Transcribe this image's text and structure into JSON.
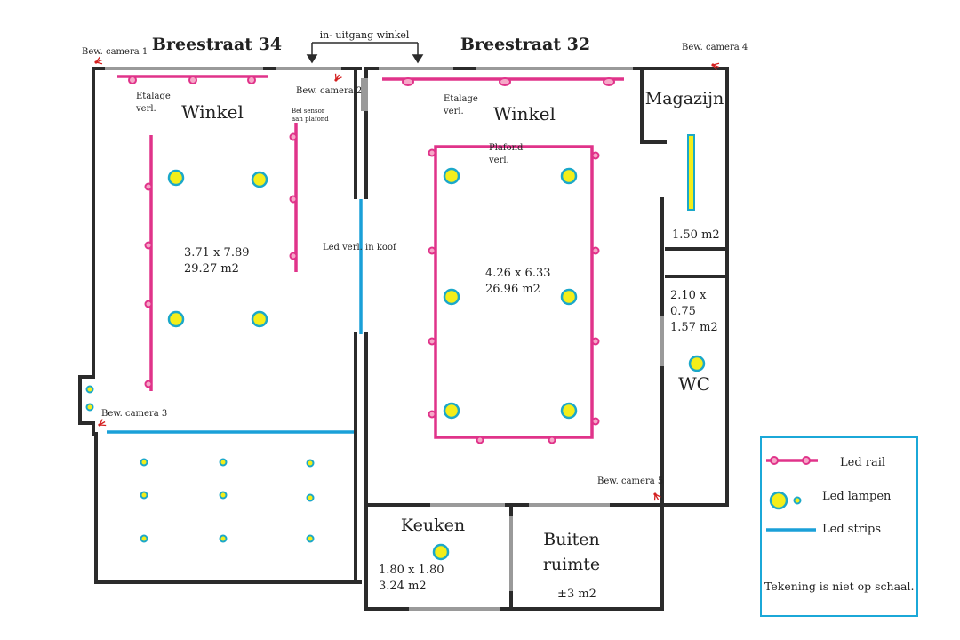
{
  "header": {
    "left_address": "Breestraat 34",
    "right_address": "Breestraat 32",
    "entrance_label": "in- uitgang winkel"
  },
  "cameras": {
    "cam1": "Bew. camera 1",
    "cam2": "Bew. camera 2",
    "cam3": "Bew. camera 3",
    "cam4": "Bew. camera 4",
    "cam5": "Bew. camera 5"
  },
  "left_shop": {
    "title": "Winkel",
    "display_label_1": "Etalage",
    "display_label_2": "verl.",
    "sensor_label_1": "Bel sensor",
    "sensor_label_2": "aan plafond",
    "size": "3.71 x 7.89",
    "area": "29.27 m2"
  },
  "right_shop": {
    "title": "Winkel",
    "display_label_1": "Etalage",
    "display_label_2": "verl.",
    "ceiling_label_1": "Plafond",
    "ceiling_label_2": "verl.",
    "size": "4.26 x 6.33",
    "area": "26.96 m2"
  },
  "cove_label": "Led verl. in koof",
  "storage": {
    "title": "Magazijn",
    "area": "1.50 m2"
  },
  "wc": {
    "size_1": "2.10 x",
    "size_2": "0.75",
    "area": "1.57 m2",
    "title": "WC"
  },
  "kitchen": {
    "title": "Keuken",
    "size": "1.80 x 1.80",
    "area": "3.24 m2"
  },
  "outdoor": {
    "title_1": "Buiten",
    "title_2": "ruimte",
    "area": "±3 m2"
  },
  "legend": {
    "rail": "Led rail",
    "lamps": "Led lampen",
    "strips": "Led strips",
    "note": "Tekening is niet op schaal."
  },
  "colors": {
    "wall": "#2b2b2b",
    "window": "#9a9a9a",
    "rail": "#e0338a",
    "lamp_fill": "#f4ee1a",
    "lamp_ring": "#1ba8c9",
    "strip": "#1aa0d8",
    "camera": "#d42020",
    "legend_border": "#1ba8d8"
  }
}
